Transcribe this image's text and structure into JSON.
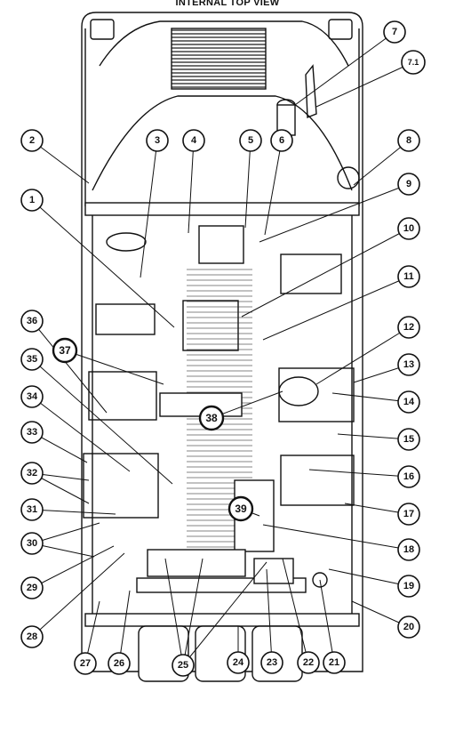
{
  "figure": {
    "title": "INTERNAL TOP VIEW"
  },
  "callouts": [
    {
      "id": "1",
      "label": "1"
    },
    {
      "id": "2",
      "label": "2"
    },
    {
      "id": "3",
      "label": "3"
    },
    {
      "id": "4",
      "label": "4"
    },
    {
      "id": "5",
      "label": "5"
    },
    {
      "id": "6",
      "label": "6"
    },
    {
      "id": "7",
      "label": "7"
    },
    {
      "id": "7.1",
      "label": "7.1"
    },
    {
      "id": "8",
      "label": "8"
    },
    {
      "id": "9",
      "label": "9"
    },
    {
      "id": "10",
      "label": "10"
    },
    {
      "id": "11",
      "label": "11"
    },
    {
      "id": "12",
      "label": "12"
    },
    {
      "id": "13",
      "label": "13"
    },
    {
      "id": "14",
      "label": "14"
    },
    {
      "id": "15",
      "label": "15"
    },
    {
      "id": "16",
      "label": "16"
    },
    {
      "id": "17",
      "label": "17"
    },
    {
      "id": "18",
      "label": "18"
    },
    {
      "id": "19",
      "label": "19"
    },
    {
      "id": "20",
      "label": "20"
    },
    {
      "id": "21",
      "label": "21"
    },
    {
      "id": "22",
      "label": "22"
    },
    {
      "id": "23",
      "label": "23"
    },
    {
      "id": "24",
      "label": "24"
    },
    {
      "id": "25",
      "label": "25"
    },
    {
      "id": "26",
      "label": "26"
    },
    {
      "id": "27",
      "label": "27"
    },
    {
      "id": "28",
      "label": "28"
    },
    {
      "id": "29",
      "label": "29"
    },
    {
      "id": "30",
      "label": "30"
    },
    {
      "id": "31",
      "label": "31"
    },
    {
      "id": "32",
      "label": "32"
    },
    {
      "id": "33",
      "label": "33"
    },
    {
      "id": "34",
      "label": "34"
    },
    {
      "id": "35",
      "label": "35"
    },
    {
      "id": "36",
      "label": "36"
    },
    {
      "id": "37",
      "label": "37"
    },
    {
      "id": "38",
      "label": "38"
    },
    {
      "id": "39",
      "label": "39"
    }
  ]
}
